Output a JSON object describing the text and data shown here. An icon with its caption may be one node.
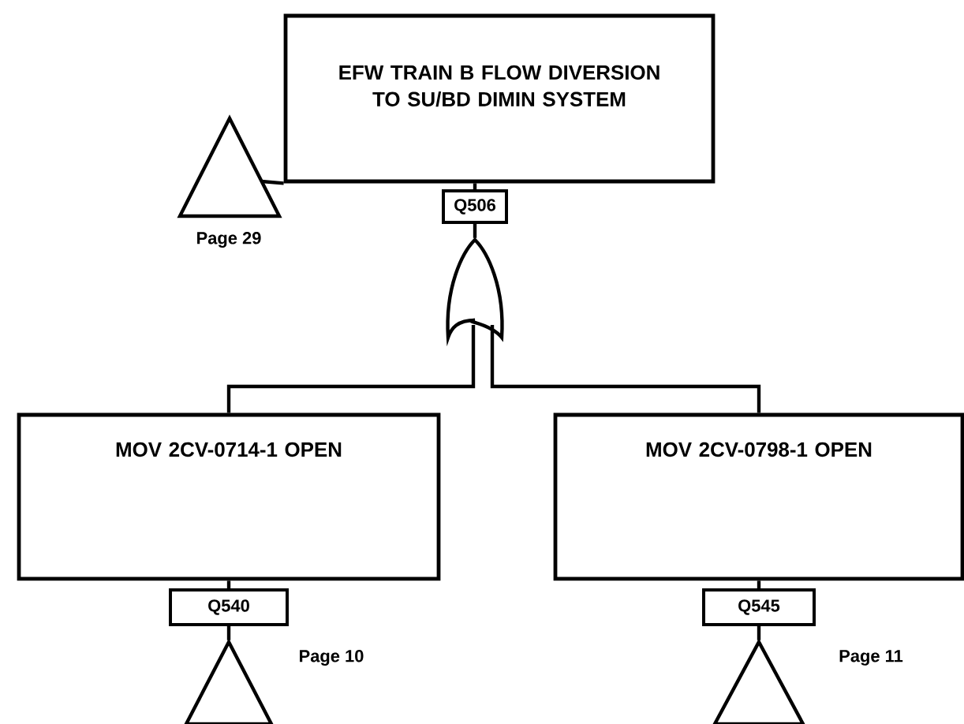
{
  "diagram": {
    "nodes": [
      {
        "text": [
          "EFW TRAIN B FLOW DIVERSION TO SU/BD DIMIN SYSTEM"
        ]
      },
      {
        "text": [
          "Q506"
        ]
      },
      {
        "text": [],
        "shape": "triangle",
        "beside": [
          "Page 29"
        ]
      },
      {
        "text": [],
        "shape": "gate"
      },
      {
        "text": [
          "MOV 2CV-0714-1 OPEN"
        ]
      },
      {
        "text": [
          "Q540"
        ]
      },
      {
        "text": [],
        "shape": "triangle",
        "beside": [
          "Page 10"
        ]
      },
      {
        "text": [
          "MOV 2CV-0798-1 OPEN"
        ]
      },
      {
        "text": [
          "Q545"
        ]
      },
      {
        "text": [],
        "shape": "triangle",
        "beside": [
          "Page 11"
        ]
      }
    ],
    "edges": [
      {
        "from": 2,
        "to": 0,
        "arrow": "none"
      },
      {
        "from": 0,
        "to": 1,
        "arrow": "none"
      },
      {
        "from": 1,
        "to": 3,
        "arrow": "none"
      },
      {
        "from": 3,
        "to": 4,
        "arrow": "none"
      },
      {
        "from": 3,
        "to": 7,
        "arrow": "none"
      },
      {
        "from": 4,
        "to": 5,
        "arrow": "none"
      },
      {
        "from": 5,
        "to": 6,
        "arrow": "none"
      },
      {
        "from": 7,
        "to": 8,
        "arrow": "none"
      },
      {
        "from": 8,
        "to": 9,
        "arrow": "none"
      }
    ]
  }
}
